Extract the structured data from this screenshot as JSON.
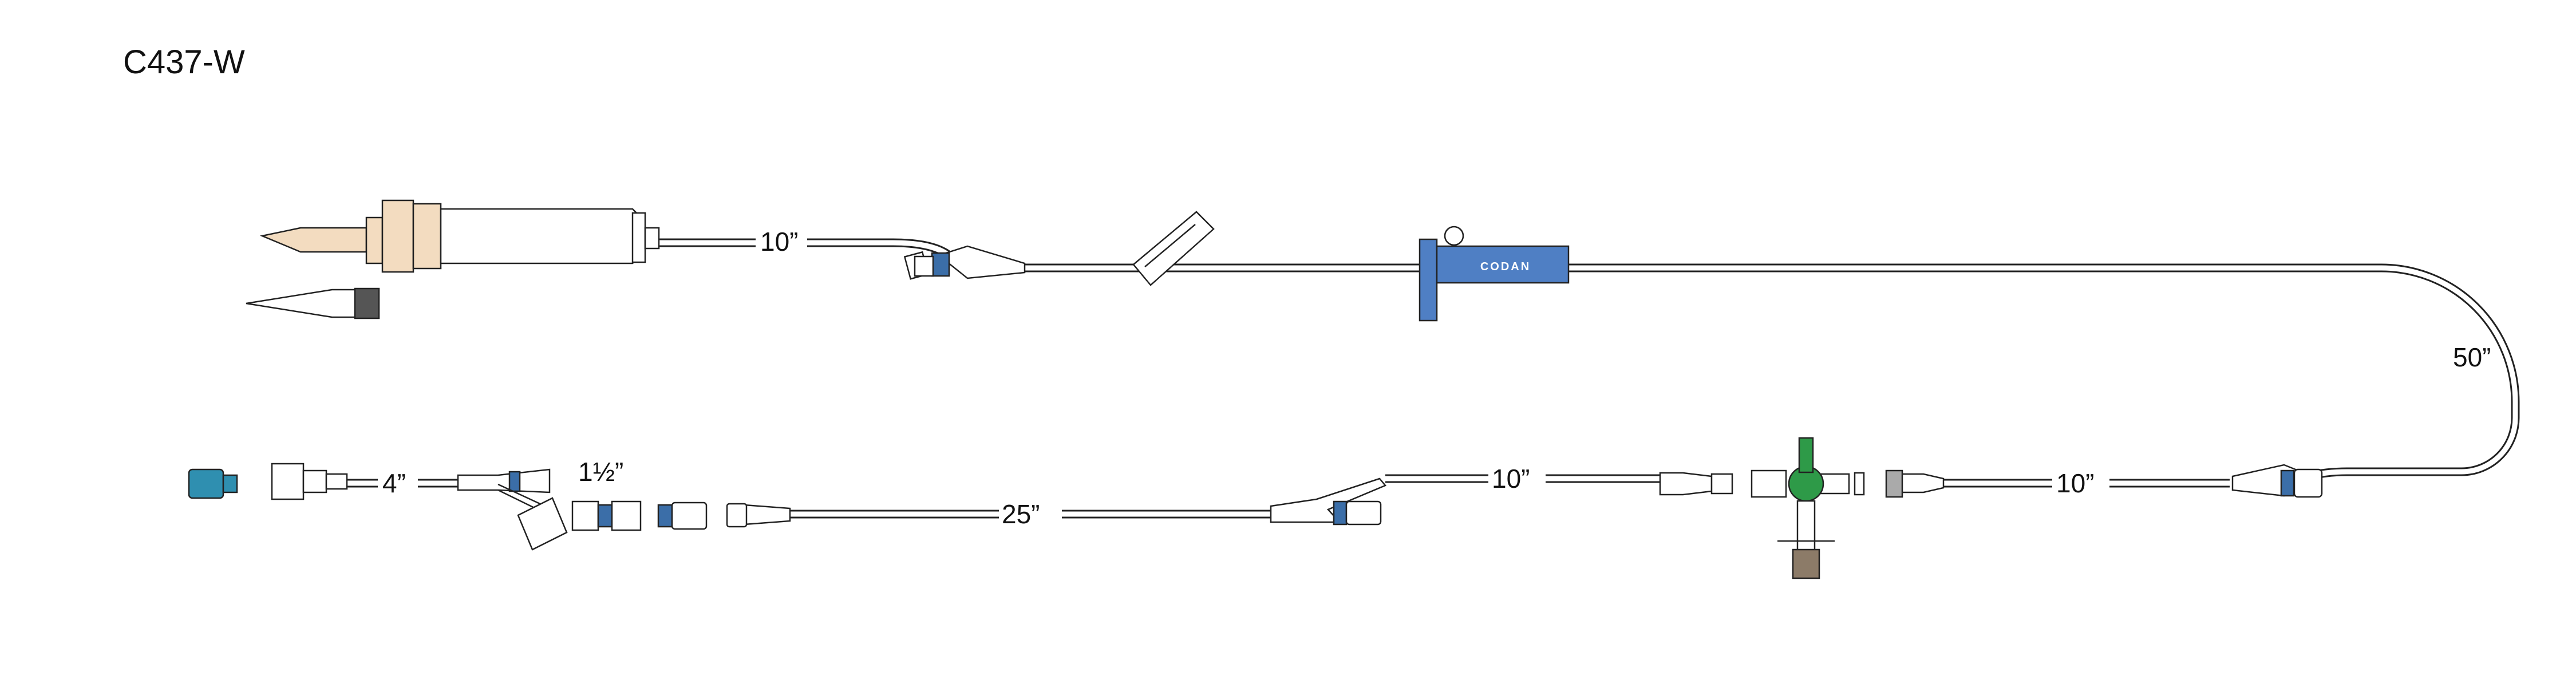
{
  "title": "C437-W",
  "brand": "CODAN",
  "dimensions": {
    "spike_to_y1": "10”",
    "main_loop": "50”",
    "right_segment": "10”",
    "middle_segment": "10”",
    "lower_segment": "25”",
    "y_branch": "1½”",
    "end_segment": "4”"
  },
  "colors": {
    "tube_outline": "#222222",
    "spike_beige": "#f3dcc0",
    "clamp_blue": "#4f7fc4",
    "valve_green": "#2e9a48",
    "luer_cap_blue": "#2f8fb0",
    "valve_blue": "#3b6ea8",
    "stopcock_cap": "#8c7b68"
  }
}
